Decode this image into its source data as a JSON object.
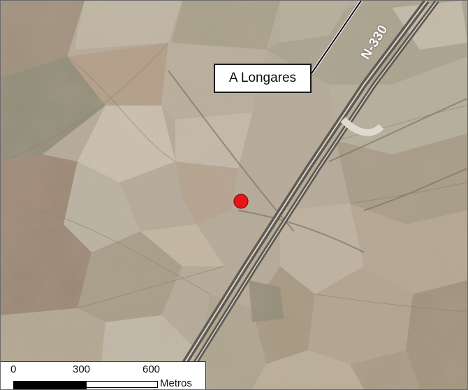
{
  "map": {
    "type": "aerial-orthophoto",
    "location_marker": {
      "color": "#e8141a",
      "shape": "circle"
    },
    "callout": {
      "label": "A Longares"
    },
    "road": {
      "label": "N-330"
    },
    "scale_bar": {
      "ticks": [
        "0",
        "300",
        "600"
      ],
      "unit": "Metros"
    }
  }
}
